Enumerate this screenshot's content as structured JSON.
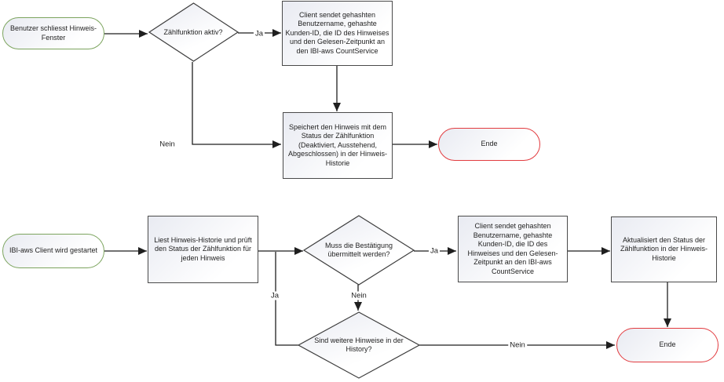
{
  "colors": {
    "start_border": "#7ca45e",
    "end_border": "#e23b3f",
    "process_border": "#4a4a4a",
    "diamond_border": "#3d3d3d",
    "connector": "#1f1f1f",
    "shape_fill_top": "#e9ebf2",
    "shape_fill_bottom": "#ffffff",
    "text": "#1f1f1f"
  },
  "flows": {
    "close_window": {
      "start": {
        "label": "Benutzer schliesst Hinweis-Fenster"
      },
      "decision_count_active": {
        "label": "Zählfunktion aktiv?",
        "yes": "Ja",
        "no": "Nein"
      },
      "process_send": {
        "label": "Client sendet gehashten Benutzername, gehashte Kunden-ID, die ID des Hinweises und den Gelesen-Zeitpunkt an den IBI-aws CountService"
      },
      "process_store": {
        "label": "Speichert den Hinweis mit dem Status der Zählfunktion (Deaktiviert, Ausstehend, Abgeschlossen) in der Hinweis-Historie"
      },
      "end": {
        "label": "Ende"
      }
    },
    "client_start": {
      "start": {
        "label": "IBI-aws Client wird gestartet"
      },
      "process_read": {
        "label": "Liest Hinweis-Historie und prüft den Status der Zählfunktion für jeden Hinweis"
      },
      "decision_confirm": {
        "label": "Muss die Bestätigung übermittelt werden?",
        "yes": "Ja",
        "no": "Nein"
      },
      "process_send": {
        "label": "Client sendet gehashten Benutzername, gehashte Kunden-ID, die ID des Hinweises und den Gelesen-Zeitpunkt an den IBI-aws CountService"
      },
      "process_update": {
        "label": "Aktualisiert den Status der Zählfunktion in der Hinweis-Historie"
      },
      "decision_more": {
        "label": "Sind weitere Hinweise in der History?",
        "yes": "Ja",
        "no": "Nein"
      },
      "end": {
        "label": "Ende"
      }
    }
  }
}
